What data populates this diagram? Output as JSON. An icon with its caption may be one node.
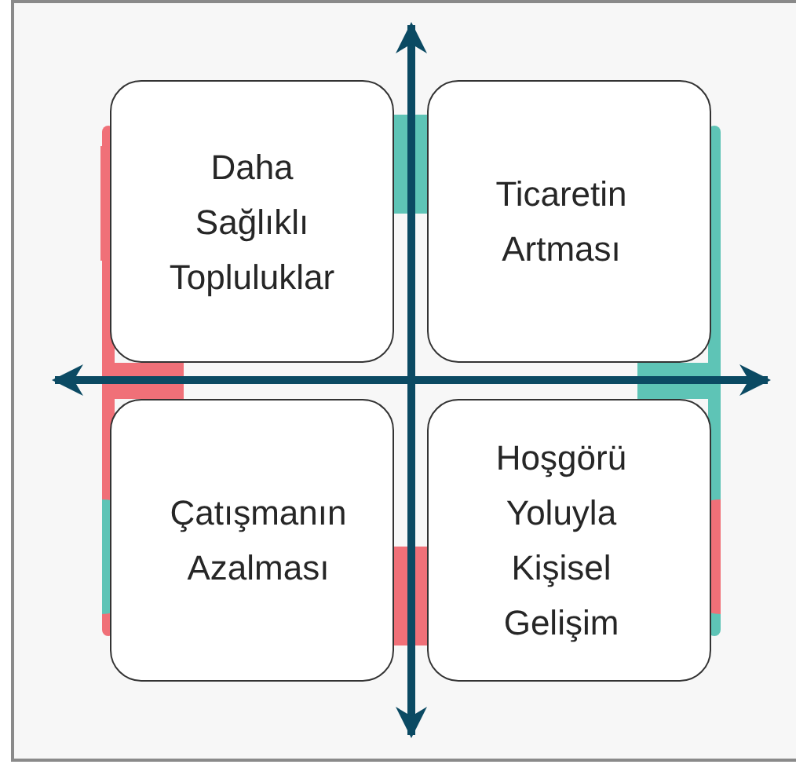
{
  "diagram": {
    "nodes": [
      {
        "text": [
          "Daha Sağlıklı Topluluklar"
        ]
      },
      {
        "text": [
          "Ticaretin Artması"
        ]
      },
      {
        "text": [
          "Çatışmanın Azalması"
        ]
      },
      {
        "text": [
          "Hoşgörü Yoluyla Kişisel Gelişim"
        ]
      }
    ]
  }
}
